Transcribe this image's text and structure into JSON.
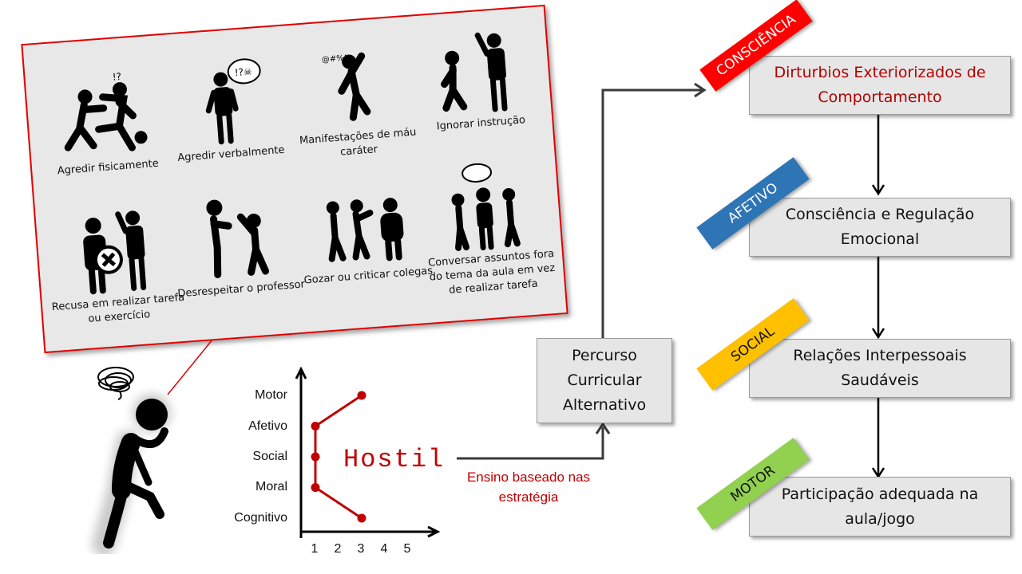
{
  "panel": {
    "items": [
      {
        "label": "Agredir fisicamente",
        "icon": "fighting-figures-icon"
      },
      {
        "label": "Agredir verbalmente",
        "icon": "swearing-player-icon"
      },
      {
        "label": "Manifestações de máu caráter",
        "icon": "tantrum-figure-icon"
      },
      {
        "label": "Ignorar instrução",
        "icon": "ignoring-coach-icon"
      },
      {
        "label": "Recusa em realizar tarefa ou exercício",
        "icon": "refusal-x-icon"
      },
      {
        "label": "Desrespeitar o professor",
        "icon": "arguing-teacher-icon"
      },
      {
        "label": "Gozar ou criticar colegas",
        "icon": "mocking-peers-icon"
      },
      {
        "label": "Conversar assuntos fora do tema da aula em vez de realizar tarefa",
        "icon": "chatting-group-icon"
      }
    ],
    "border_color": "#e00000"
  },
  "chart_data": {
    "type": "line",
    "title": "",
    "xlabel": "",
    "ylabel": "",
    "categories": [
      "Motor",
      "Afetivo",
      "Social",
      "Moral",
      "Cognitivo"
    ],
    "x_ticks": [
      "1",
      "2",
      "3",
      "4",
      "5"
    ],
    "xlim": [
      1,
      5
    ],
    "series": [
      {
        "name": "Hostil",
        "values": [
          3,
          1,
          1,
          1,
          3
        ],
        "color": "#c00000"
      }
    ],
    "annotation": "Hostil",
    "grid": false
  },
  "flow": {
    "edge_label": "Ensino baseado nas estratégia",
    "center_box": "Percurso Curricular Alternativo",
    "steps": [
      {
        "tag": "CONSCIÊNCIA",
        "tag_color": "#ff0000",
        "text": "Dirturbios Exteriorizados de Comportamento",
        "text_color": "#b40000"
      },
      {
        "tag": "AFETIVO",
        "tag_color": "#2e75b6",
        "text": "Consciência e Regulação Emocional",
        "text_color": "#111111"
      },
      {
        "tag": "SOCIAL",
        "tag_color": "#ffc000",
        "text": "Relações Interpessoais Saudáveis",
        "text_color": "#111111"
      },
      {
        "tag": "MOTOR",
        "tag_color": "#92d050",
        "text": "Participação adequada na aula/jogo",
        "text_color": "#111111"
      }
    ]
  }
}
